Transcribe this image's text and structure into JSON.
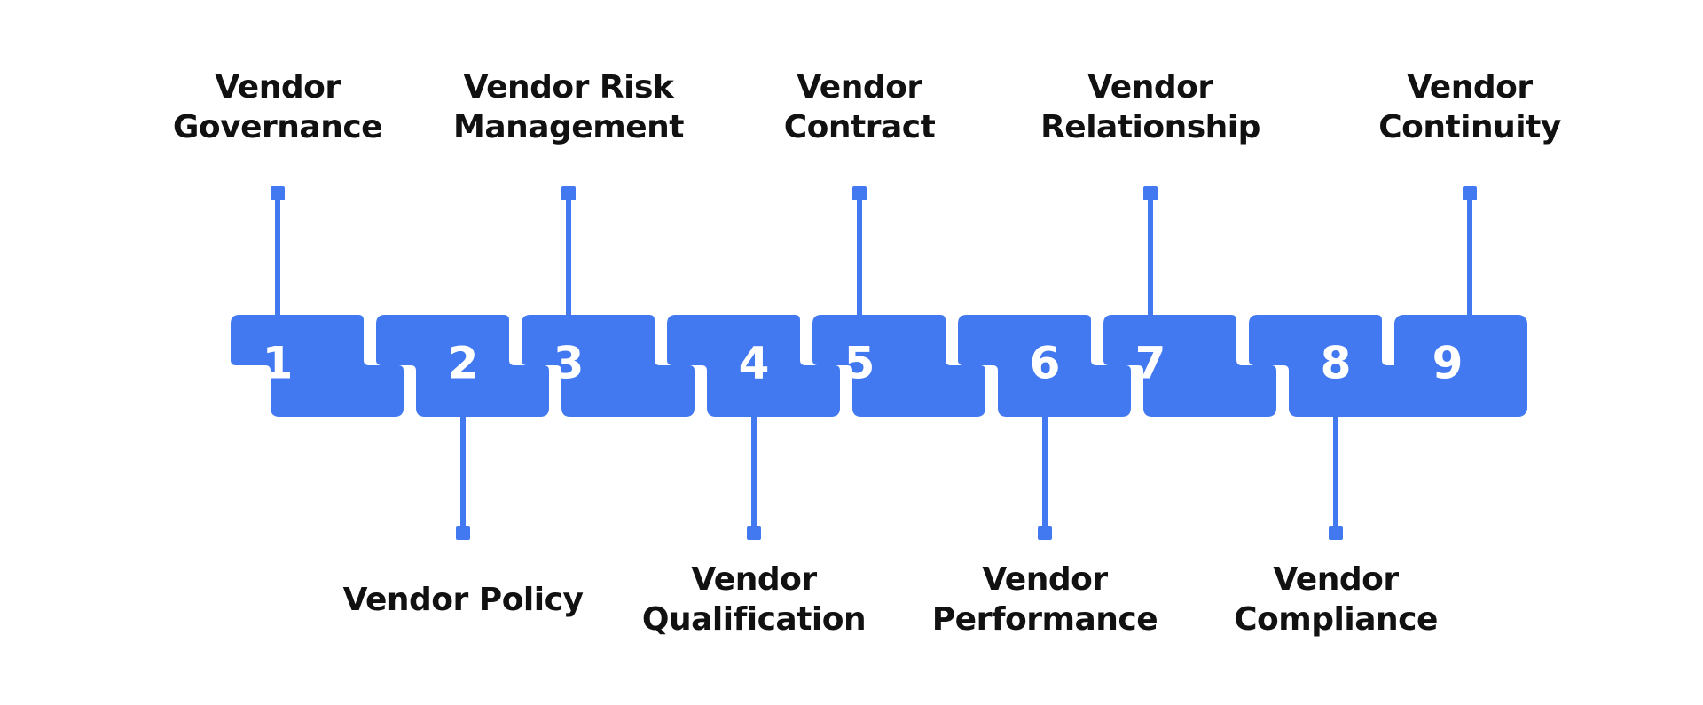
{
  "accent_color": "#4279F1",
  "number_color": "#FFFFFF",
  "steps": [
    {
      "number": "1",
      "line1": "Vendor",
      "line2": "Governance",
      "label_side": "top"
    },
    {
      "number": "2",
      "line1": "Vendor Policy",
      "line2": "",
      "label_side": "bottom"
    },
    {
      "number": "3",
      "line1": "Vendor Risk",
      "line2": "Management",
      "label_side": "top"
    },
    {
      "number": "4",
      "line1": "Vendor",
      "line2": "Qualification",
      "label_side": "bottom"
    },
    {
      "number": "5",
      "line1": "Vendor",
      "line2": "Contract",
      "label_side": "top"
    },
    {
      "number": "6",
      "line1": "Vendor",
      "line2": "Performance",
      "label_side": "bottom"
    },
    {
      "number": "7",
      "line1": "Vendor",
      "line2": "Relationship",
      "label_side": "top"
    },
    {
      "number": "8",
      "line1": "Vendor",
      "line2": "Compliance",
      "label_side": "bottom"
    },
    {
      "number": "9",
      "line1": "Vendor",
      "line2": "Continuity",
      "label_side": "top"
    }
  ]
}
